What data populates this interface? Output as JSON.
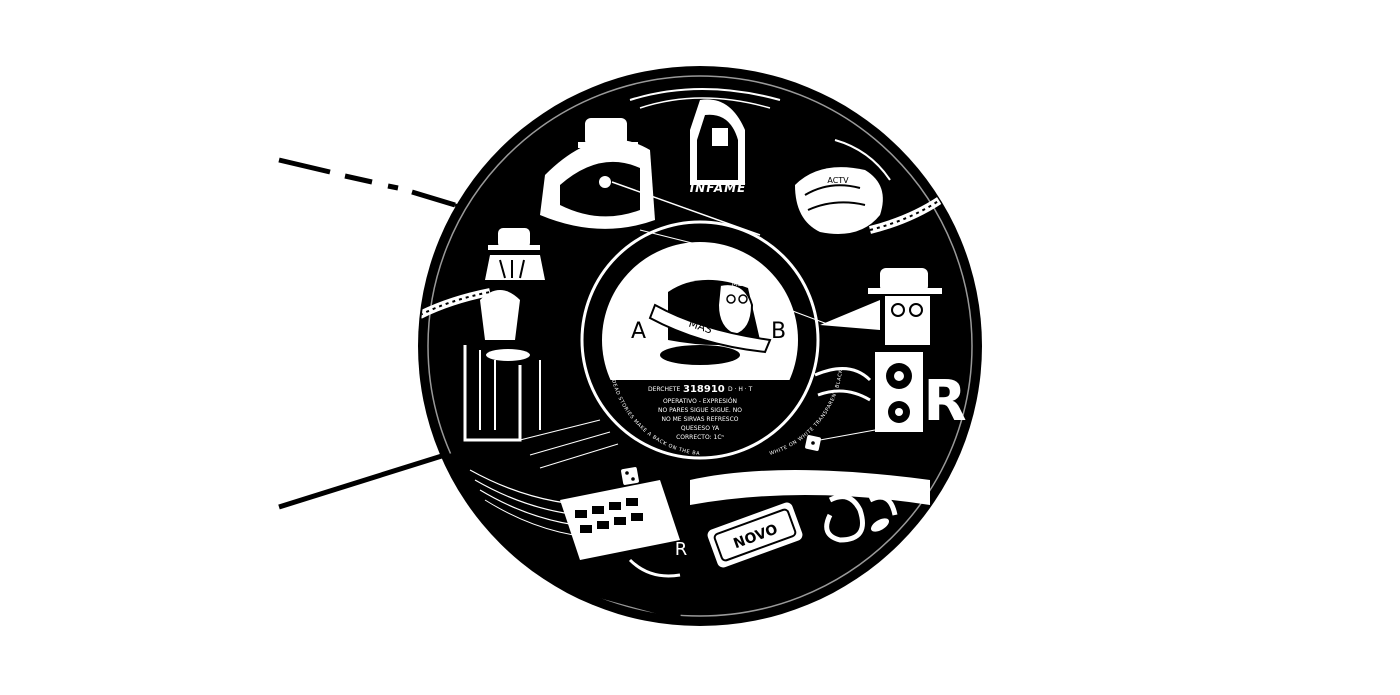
{
  "palette": {
    "ink": "#000000",
    "paper": "#ffffff"
  },
  "illustration": {
    "center_label": {
      "side_a": "A",
      "side_b": "B",
      "ribbon_text": "MAS",
      "badge_text": "ME",
      "catalog_prefix": "DERCHETE",
      "catalog_number": "318910",
      "catalog_suffix": "D · H · T",
      "lines": [
        "OPERATIVO - EXPRESIÓN",
        "NO PARES SIGUE SIGUE. NO",
        "NO ME SIRVAS REFRESCO",
        "QUESESO YA",
        "CORRECTO: 1Cⁿ"
      ]
    },
    "rim_text_left": "DEAD STORIES MAKE A BACK ON THE BACK CAPES BLACK",
    "rim_text_right": "WHITE ON WHITE TRANSPARENT BLACK",
    "top_figure_caption": "INFAME",
    "speaker_letter": "R",
    "keyboard_letter": "R",
    "fist_letters": "ACTV",
    "can_text": "NOVO"
  }
}
